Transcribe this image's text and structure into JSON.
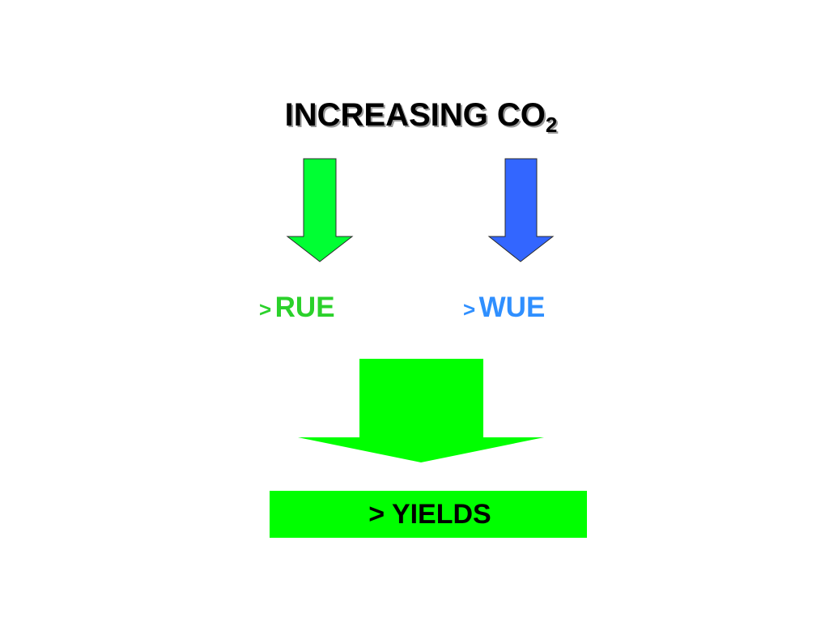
{
  "title": {
    "main": "INCREASING CO",
    "subscript": "2"
  },
  "labels": {
    "rue": {
      "prefix": ">",
      "text": "RUE"
    },
    "wue": {
      "prefix": ">",
      "text": "WUE"
    }
  },
  "result": {
    "label": "> YIELDS"
  },
  "colors": {
    "rue_arrow": "#00ff33",
    "wue_arrow": "#3366ff",
    "rue_text": "#2bd12b",
    "wue_text": "#2f8fff",
    "big_arrow": "#00ff00",
    "yields_box": "#00ff00"
  }
}
